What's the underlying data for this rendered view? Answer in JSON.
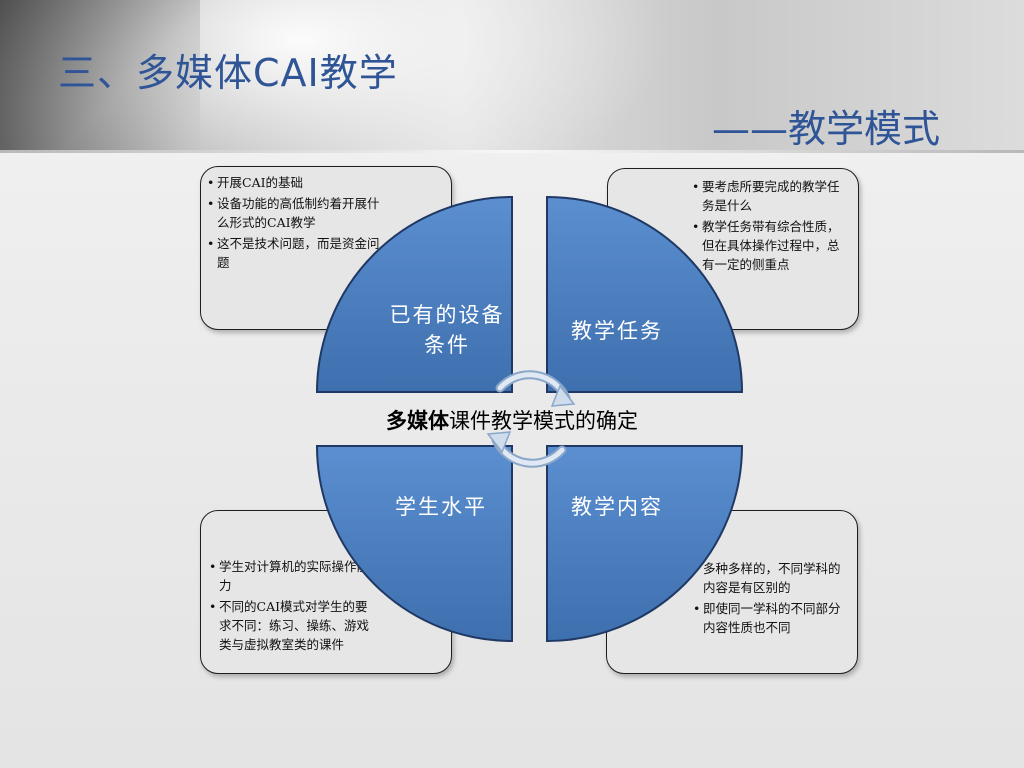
{
  "slide": {
    "title": "三、多媒体CAI教学",
    "subtitle": "——教学模式"
  },
  "center": {
    "bold": "多媒体",
    "rest": "课件教学模式的确定"
  },
  "quadrants": {
    "top_left": {
      "label": "已有的设备条件"
    },
    "top_right": {
      "label": "教学任务"
    },
    "bottom_left": {
      "label": "学生水平"
    },
    "bottom_right": {
      "label": "教学内容"
    }
  },
  "notes": {
    "top_left": [
      "开展CAI的基础",
      "设备功能的高低制约着开展什么形式的CAI教学",
      "这不是技术问题，而是资金问题"
    ],
    "top_right": [
      "要考虑所要完成的教学任务是什么",
      "教学任务带有综合性质，但在具体操作过程中，总有一定的侧重点"
    ],
    "bottom_left": [
      "学生对计算机的实际操作能力",
      "不同的CAI模式对学生的要求不同：练习、操练、游戏类与虚拟教室类的课件"
    ],
    "bottom_right": [
      "多种多样的，不同学科的内容是有区别的",
      "即使同一学科的不同部分内容性质也不同"
    ]
  },
  "colors": {
    "title": "#2f5597",
    "quadrant_fill": "#4f81bd",
    "quadrant_stroke": "#1f3864",
    "note_fill": "#e6e6e6"
  }
}
